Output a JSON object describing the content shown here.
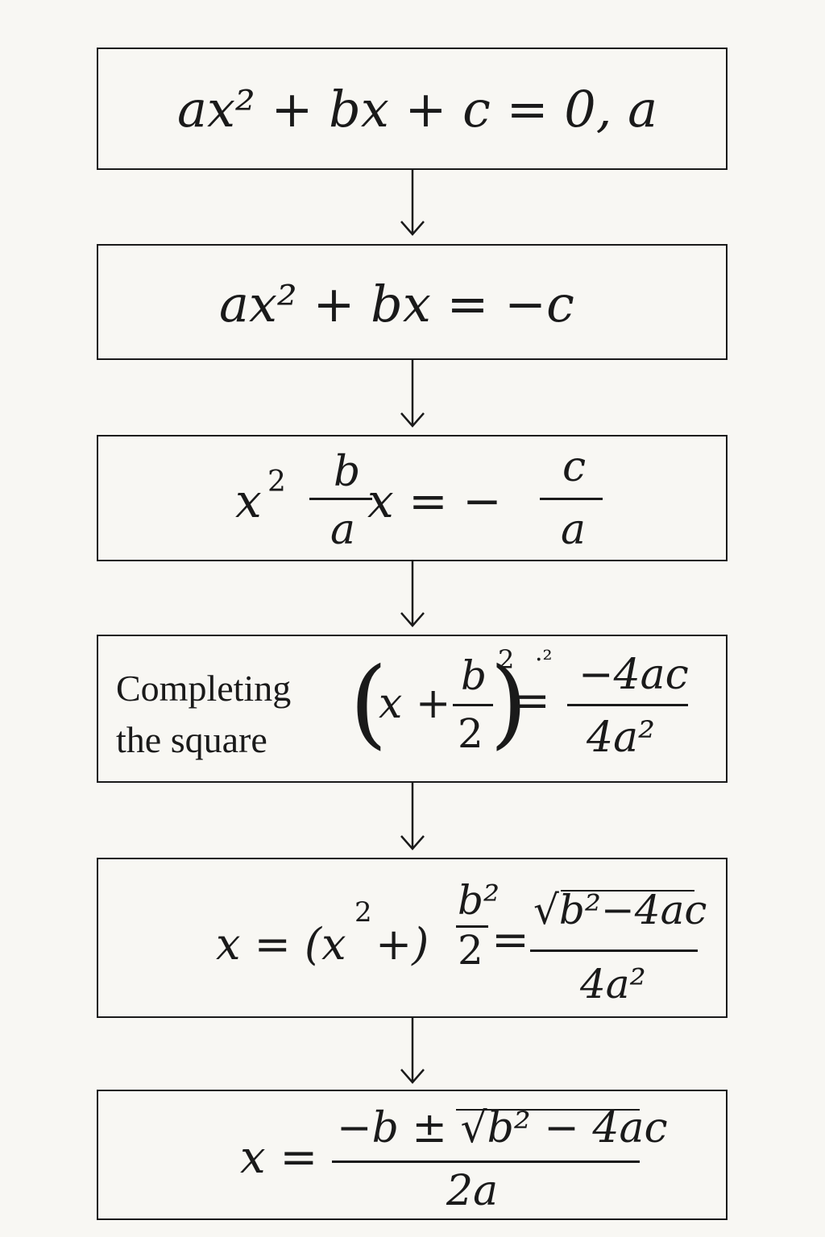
{
  "steps": [
    {
      "main": "ax² + bx + c = 0, a"
    },
    {
      "main": "ax² + bx = −c"
    },
    {
      "lhs_x": "x",
      "lhs_sup": "2",
      "frac1_num": "b",
      "frac1_den": "a",
      "mid": "x = −",
      "frac2_num": "c",
      "frac2_den": "a"
    },
    {
      "label_line1": "Completing",
      "label_line2": "the square",
      "lparen": "(",
      "x_plus": "x +",
      "frac_num": "b",
      "frac_den": "2",
      "rparen": ")",
      "sup": "2",
      "eq": "=",
      "garble": "·²",
      "rhs_num": "−4ac",
      "rhs_den": "4a²"
    },
    {
      "lhs": "x = (x",
      "sup": "2",
      "plus": "+)",
      "frac_num": "b²",
      "frac_den": "2",
      "eq": "=",
      "rhs_num": "√b²−4ac",
      "rhs_den": "4a²"
    },
    {
      "lhs": "x =",
      "num": "−b ± √b² − 4ac",
      "den": "2a"
    }
  ]
}
